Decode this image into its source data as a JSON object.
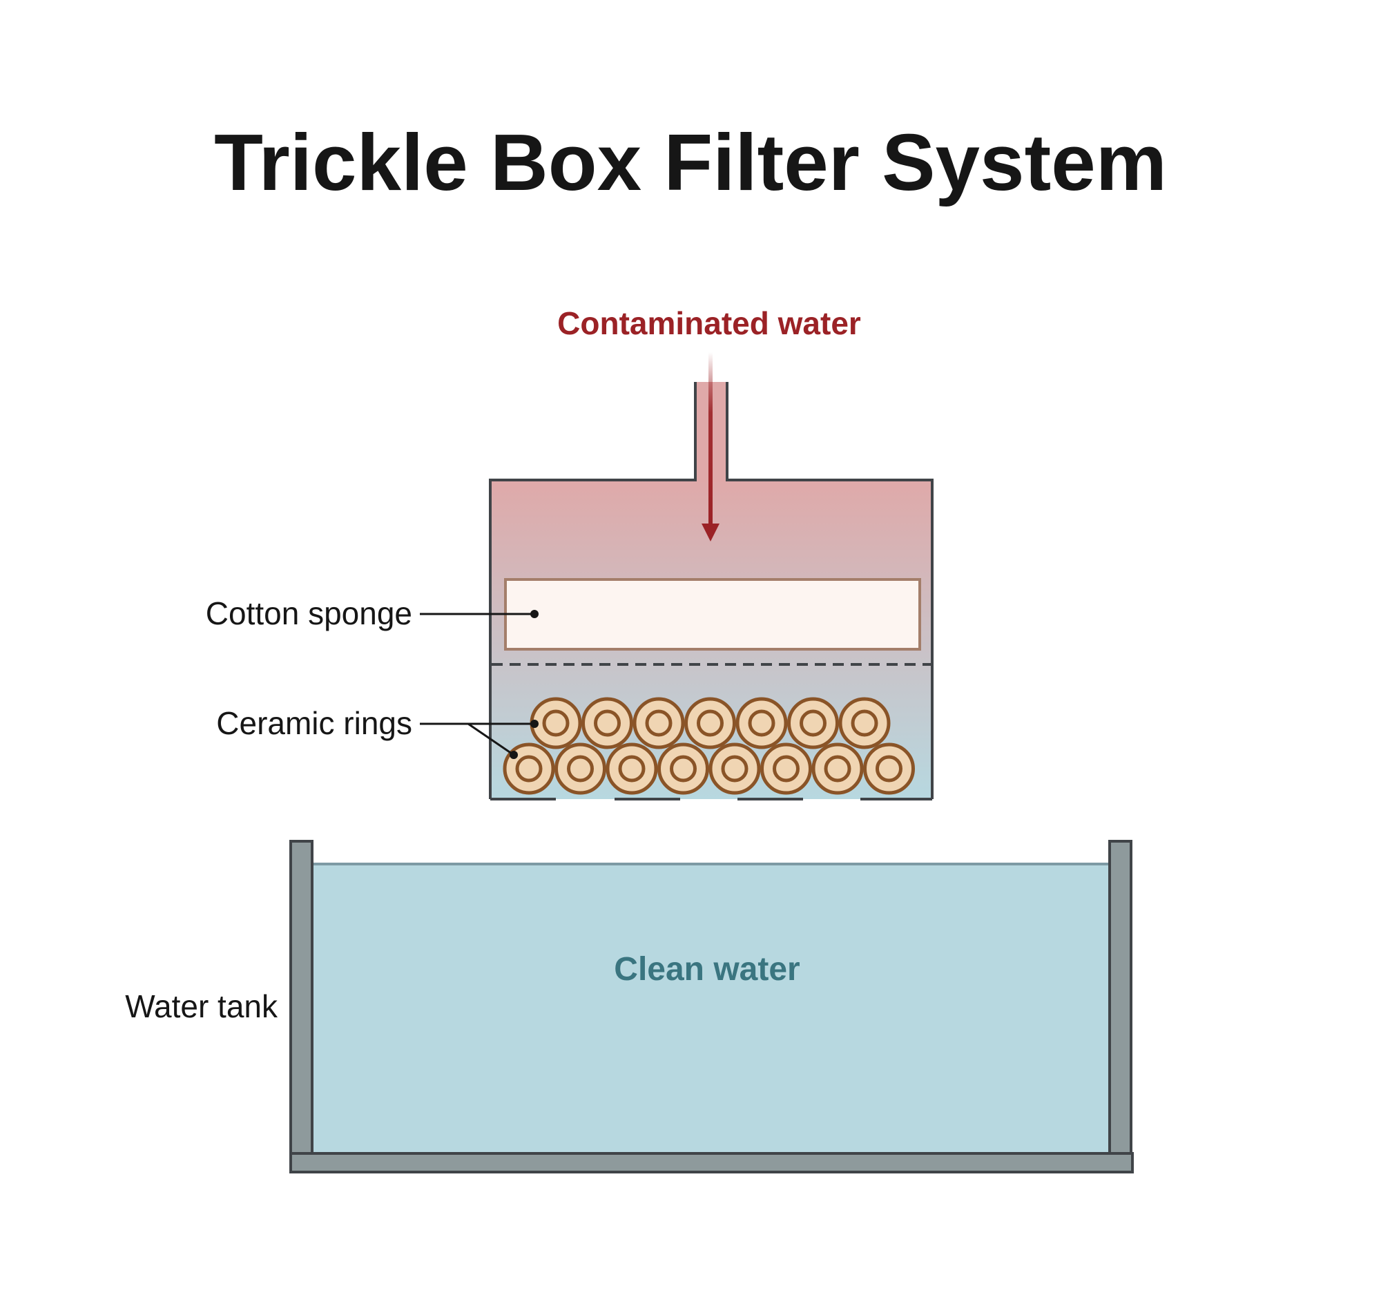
{
  "title": "Trickle Box Filter System",
  "labels": {
    "contaminated_water": "Contaminated water",
    "cotton_sponge": "Cotton sponge",
    "ceramic_rings": "Ceramic rings",
    "water_tank": "Water tank",
    "clean_water": "Clean water"
  },
  "colors": {
    "contaminated": "#9b2226",
    "contaminated_fill": "#dfa9a9",
    "clean": "#3a7580",
    "clean_fill": "#b7d8e0",
    "sponge_fill": "#fdf5f1",
    "sponge_stroke": "#a47e6a",
    "ring_fill": "#f0d5b3",
    "ring_stroke": "#8a5427",
    "tank_wall": "#8e9a9c",
    "outline": "#404448"
  },
  "ceramic_rings": {
    "top_row_count": 7,
    "bottom_row_count": 8
  },
  "drip_streams": 3
}
